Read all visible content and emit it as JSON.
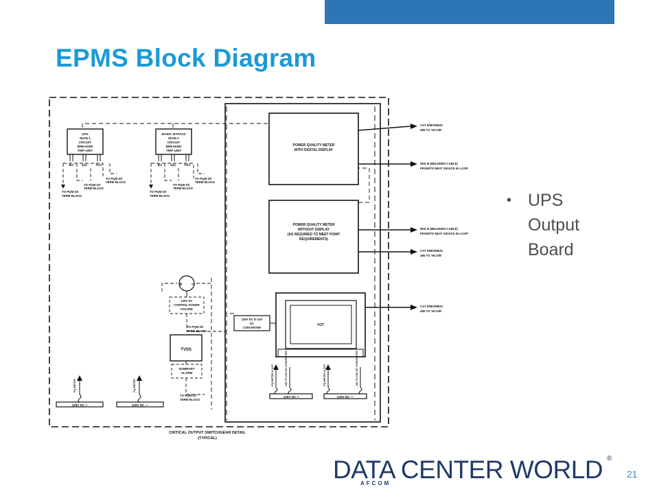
{
  "slide": {
    "title": "EPMS Block Diagram",
    "page_number": "21"
  },
  "bullets": [
    {
      "lines": [
        "UPS",
        "Output",
        "Board"
      ]
    }
  ],
  "diagram": {
    "caption_line1": "CRITICAL OUTPUT SWITCHGEAR DETAIL",
    "caption_line2": "(TYPICAL)",
    "breaker1": [
      "UPS",
      "MAIN 1",
      "CIRCUIT",
      "BREAKER",
      "TRIP UNIT"
    ],
    "breaker2": [
      "MAINT. BYPASS",
      "MAIN 2",
      "CIRCUIT",
      "BREAKER",
      "TRIP UNIT"
    ],
    "breaker_ports": [
      "BA",
      "52a",
      "TOC"
    ],
    "to_pqm_1": "TO PQM D/I",
    "to_pqm_2": "TERM BLOCK",
    "pqm_display": [
      "POWER QUALITY METER",
      "WITH DIGITAL DISPLAY"
    ],
    "pqm_nodisplay": [
      "POWER QUALITY METER",
      "WITHOUT DISPLAY",
      "(AS REQUIRED TO MEET POINT",
      "REQUIREMENTS)"
    ],
    "cat5_1": "CAT 5/MODBUS",
    "cat5_2": "485 TO 'HCA/B'",
    "irig_1": "IRIG B (BELEDEN CABLE)",
    "irig_2": "FROM/TO NEXT DEVICE IN LOOP",
    "vot": "VOT",
    "converter": [
      "125V DC to 24V",
      "DC",
      "CONVERTER"
    ],
    "control_power": [
      "125V DC",
      "CONTROL POWER",
      "FAILURE"
    ],
    "tvss": "TVSS",
    "summary_alarm": [
      "SUMMARY",
      "ALARM"
    ],
    "pq_meter": "PQ METER",
    "pq_meter_vot": "PQ METER & VOT",
    "converter_vert": "125 TO 24V DC CONVERTER",
    "bus_plus": "125V DC  +",
    "bus_minus": "125V DC  —"
  },
  "logo": {
    "text": "DATA CENTER WORLD",
    "sub": "AFCOM",
    "reg": "®"
  },
  "colors": {
    "title": "#1b9ad6",
    "top_bar": "#2e75b6",
    "logo": "#1f3a66"
  }
}
